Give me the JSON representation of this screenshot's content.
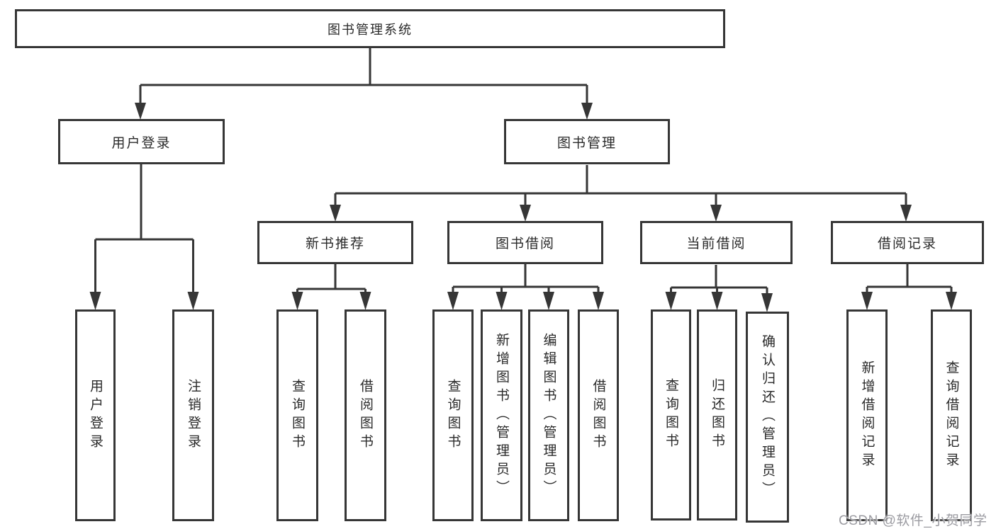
{
  "diagram": {
    "root": {
      "label": "图书管理系统"
    },
    "level2": [
      {
        "label": "用户登录"
      },
      {
        "label": "图书管理"
      }
    ],
    "level3": [
      {
        "label": "新书推荐"
      },
      {
        "label": "图书借阅"
      },
      {
        "label": "当前借阅"
      },
      {
        "label": "借阅记录"
      }
    ],
    "leaves": {
      "user_login": [
        "用户登录",
        "注销登录"
      ],
      "new_book": [
        "查询图书",
        "借阅图书"
      ],
      "book_borrow": [
        "查询图书",
        "新增图书（管理员）",
        "编辑图书（管理员）",
        "借阅图书"
      ],
      "current_borrow": [
        "查询图书",
        "归还图书",
        "确认归还（管理员）"
      ],
      "borrow_record": [
        "新增借阅记录",
        "查询借阅记录"
      ]
    }
  },
  "watermark": {
    "text": "CSDN @软件_小贺同学"
  },
  "colors": {
    "line": "#363636",
    "text": "#2a2a2a",
    "watermark": "#9b9ba1",
    "background": "#ffffff"
  }
}
